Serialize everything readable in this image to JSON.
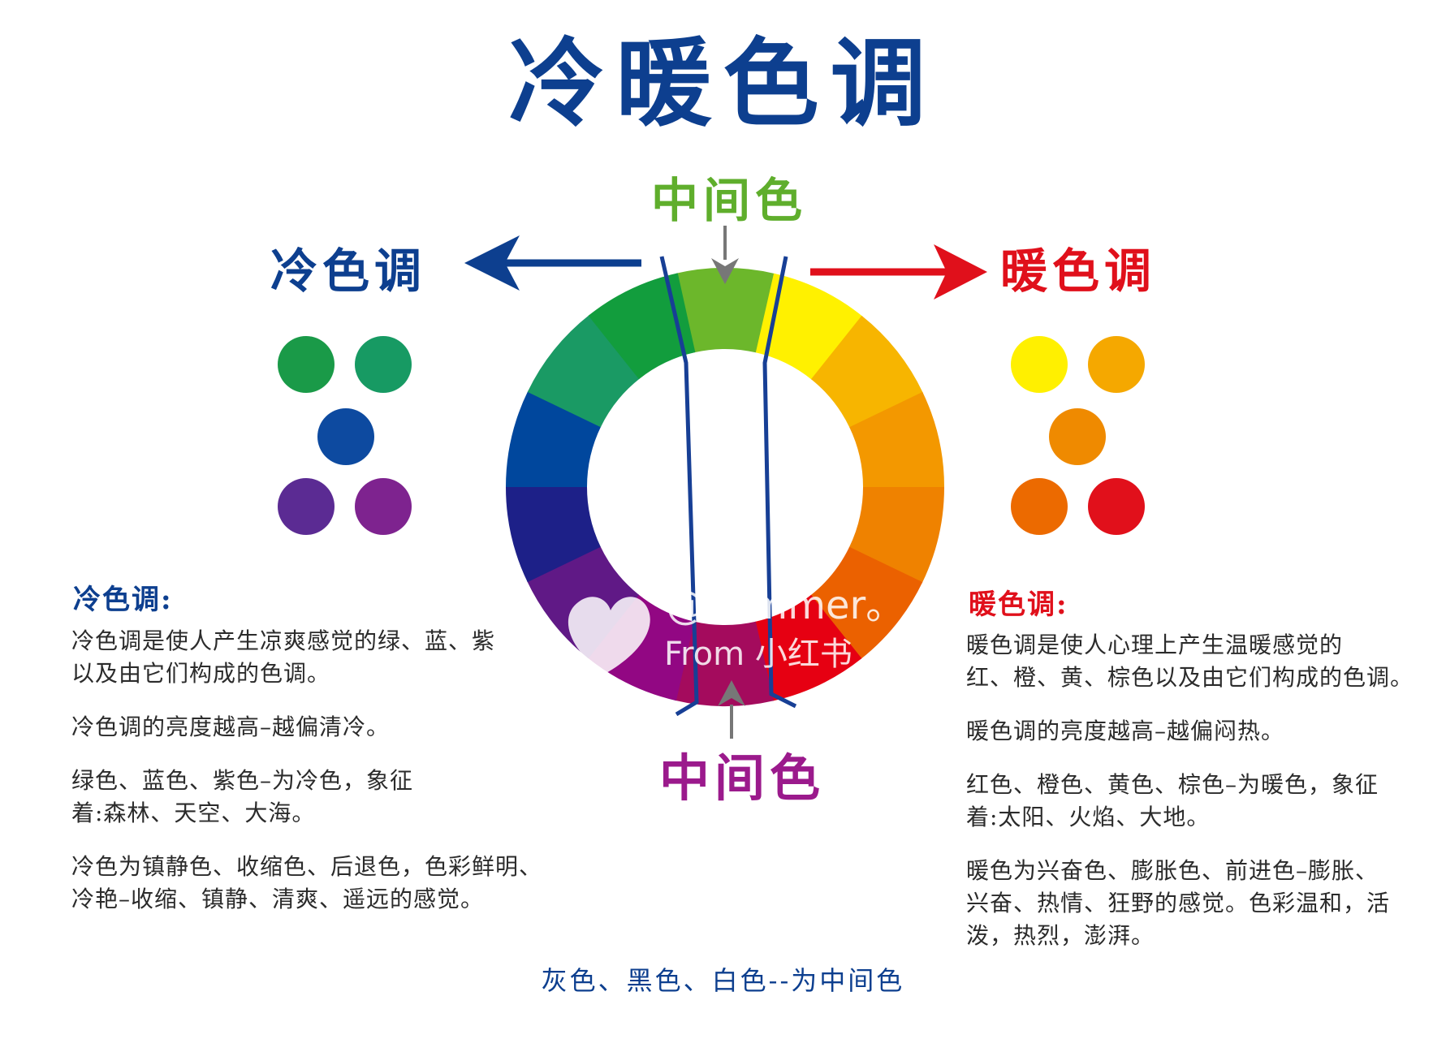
{
  "title": "冷暖色调",
  "labels": {
    "cool": "冷色调",
    "warm": "暖色调",
    "middle_top": "中间色",
    "middle_bottom": "中间色"
  },
  "cool_section": {
    "heading": "冷色调:",
    "paragraphs": [
      [
        "冷色调是使人产生凉爽感觉的绿、蓝、紫",
        "以及由它们构成的色调。"
      ],
      [
        "冷色调的亮度越高–越偏清冷。"
      ],
      [
        "绿色、蓝色、紫色–为冷色，象征",
        "着:森林、天空、大海。"
      ],
      [
        "冷色为镇静色、收缩色、后退色，色彩鲜明、",
        "冷艳–收缩、镇静、清爽、遥远的感觉。"
      ]
    ]
  },
  "warm_section": {
    "heading": "暖色调:",
    "paragraphs": [
      [
        "暖色调是使人心理上产生温暖感觉的",
        "红、橙、黄、棕色以及由它们构成的色调。"
      ],
      [
        "暖色调的亮度越高–越偏闷热。"
      ],
      [
        "红色、橙色、黄色、棕色–为暖色，象征",
        "着:太阳、火焰、大地。"
      ],
      [
        "暖色为兴奋色、膨胀色、前进色–膨胀、",
        "兴奋、热情、狂野的感觉。色彩温和，活",
        "泼，热烈，澎湃。"
      ]
    ]
  },
  "footer_note": "灰色、黑色、白色--为中间色",
  "watermark": {
    "handle": "@summer。",
    "source": "From 小红书"
  },
  "colors": {
    "cool_accent": "#0d3f8f",
    "warm_accent": "#e0101b",
    "middle_top": "#5fae2c",
    "middle_bottom": "#9b1a8c",
    "cool_swatches": [
      "#1a9a48",
      "#179a63",
      "#0d4aa0",
      "#5b2b93",
      "#7e238f"
    ],
    "warm_swatches": [
      "#fff000",
      "#f5a800",
      "#ef8a00",
      "#ec6a00",
      "#e1101b"
    ],
    "wheel_segments": [
      "#6cb72b",
      "#fff100",
      "#f7b500",
      "#f39800",
      "#ef8200",
      "#eb6100",
      "#e60012",
      "#a40b5d",
      "#920783",
      "#601986",
      "#1d2088",
      "#00479d",
      "#1a9a64",
      "#129d3d"
    ]
  }
}
